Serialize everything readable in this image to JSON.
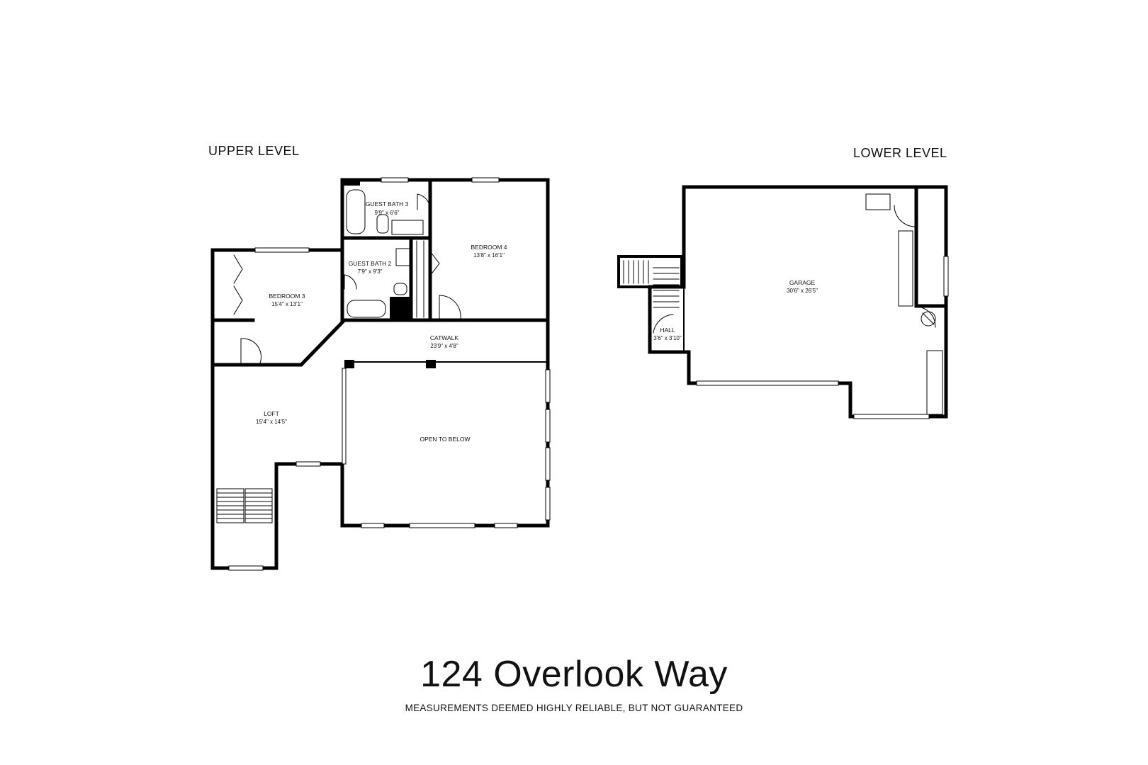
{
  "levels": {
    "upper": "UPPER LEVEL",
    "lower": "LOWER LEVEL"
  },
  "rooms": {
    "guest_bath_3": {
      "name": "GUEST BATH 3",
      "dims": "9'9\" x 6'6\""
    },
    "bedroom_4": {
      "name": "BEDROOM 4",
      "dims": "13'8\" x 16'1\""
    },
    "guest_bath_2": {
      "name": "GUEST BATH 2",
      "dims": "7'9\" x 9'3\""
    },
    "bedroom_3": {
      "name": "BEDROOM 3",
      "dims": "15'4\" x 13'1\""
    },
    "catwalk": {
      "name": "CATWALK",
      "dims": "23'9\" x 4'8\""
    },
    "loft": {
      "name": "LOFT",
      "dims": "15'4\" x 14'5\""
    },
    "open_to_below": {
      "name": "OPEN TO BELOW"
    },
    "garage": {
      "name": "GARAGE",
      "dims": "30'6\" x 26'5\""
    },
    "hall": {
      "name": "HALL",
      "dims": "3'6\" x 3'10\""
    }
  },
  "footer": {
    "address": "124 Overlook Way",
    "disclaimer": "MEASUREMENTS DEEMED HIGHLY RELIABLE, BUT NOT GUARANTEED"
  }
}
